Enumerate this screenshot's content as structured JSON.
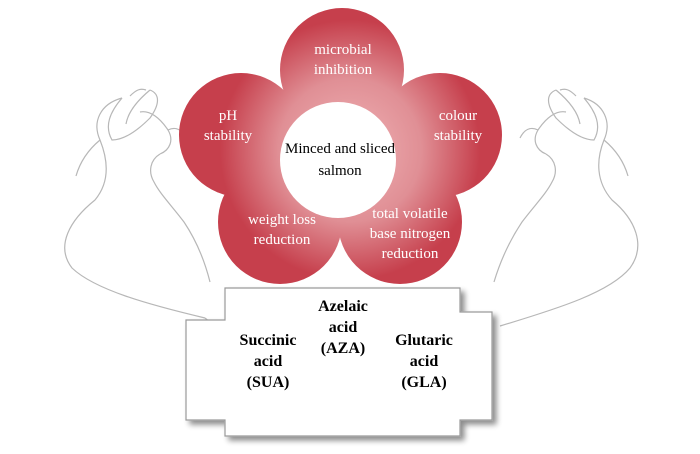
{
  "flower": {
    "center": "Minced and sliced\nsalmon",
    "petals": {
      "top": "microbial\ninhibition",
      "left": "pH\nstability",
      "right": "colour\nstability",
      "bottom_left": "weight loss\nreduction",
      "bottom_right": "total volatile\nbase nitrogen\nreduction"
    },
    "colors": {
      "petal_light": "#e9a1a5",
      "petal_dark": "#c6424e"
    }
  },
  "acids": {
    "azelaic": "Azelaic\nacid\n(AZA)",
    "succinic": "Succinic\nacid\n(SUA)",
    "glutaric": "Glutaric\nacid\n(GLA)"
  }
}
